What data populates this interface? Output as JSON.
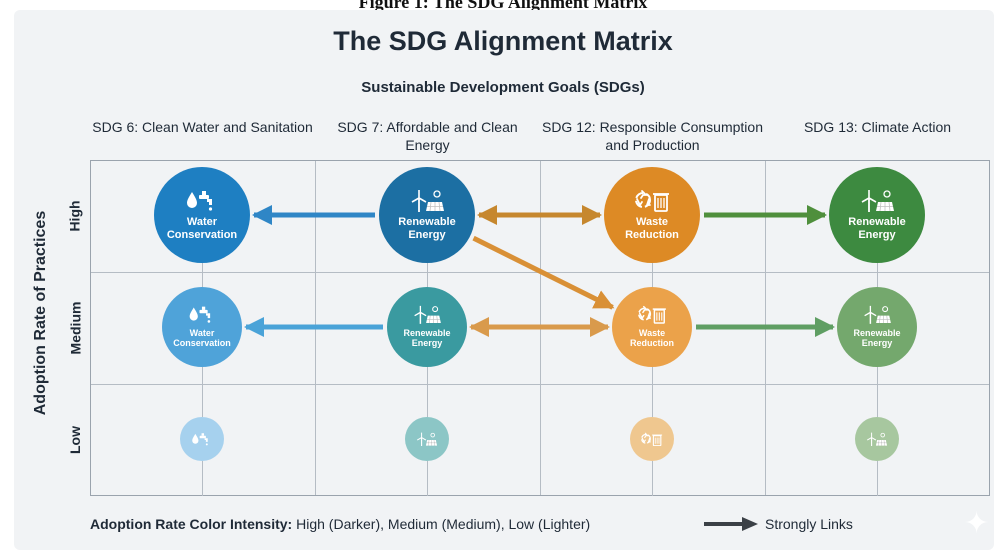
{
  "figure_caption": "Figure 1: The SDG Alignment Matrix",
  "title": "The SDG Alignment Matrix",
  "subtitle": "Sustainable Development Goals (SDGs)",
  "y_axis_label": "Adoption Rate of Practices",
  "columns": [
    {
      "label": "SDG 6: Clean Water and Sanitation"
    },
    {
      "label": "SDG 7: Affordable and Clean Energy"
    },
    {
      "label": "SDG 12: Responsible Consumption and Production"
    },
    {
      "label": "SDG 13: Climate Action"
    }
  ],
  "rows": [
    {
      "label": "High"
    },
    {
      "label": "Medium"
    },
    {
      "label": "Low"
    }
  ],
  "node_labels": {
    "water": "Water Conservation",
    "energy": "Renewable Energy",
    "waste": "Waste Reduction"
  },
  "nodes": [
    {
      "col": 0,
      "row": 0,
      "icon": "water-tap-icon",
      "label": "Water Conservation",
      "color": "#1e7fc2"
    },
    {
      "col": 1,
      "row": 0,
      "icon": "wind-solar-icon",
      "label": "Renewable Energy",
      "color": "#1c6fa3"
    },
    {
      "col": 2,
      "row": 0,
      "icon": "recycle-bin-icon",
      "label": "Waste Reduction",
      "color": "#dd8a25"
    },
    {
      "col": 3,
      "row": 0,
      "icon": "wind-solar-icon",
      "label": "Renewable Energy",
      "color": "#3d8a40"
    },
    {
      "col": 0,
      "row": 1,
      "icon": "water-tap-icon",
      "label": "Water Conservation",
      "color": "#4fa3d9"
    },
    {
      "col": 1,
      "row": 1,
      "icon": "wind-solar-icon",
      "label": "Renewable Energy",
      "color": "#3a9aa0"
    },
    {
      "col": 2,
      "row": 1,
      "icon": "recycle-bin-icon",
      "label": "Waste Reduction",
      "color": "#eba24a"
    },
    {
      "col": 3,
      "row": 1,
      "icon": "wind-solar-icon",
      "label": "Renewable Energy",
      "color": "#74a86d"
    },
    {
      "col": 0,
      "row": 2,
      "icon": "water-tap-icon",
      "label": "",
      "color": "#a6d1ee"
    },
    {
      "col": 1,
      "row": 2,
      "icon": "wind-solar-icon",
      "label": "",
      "color": "#8cc6c6"
    },
    {
      "col": 2,
      "row": 2,
      "icon": "recycle-bin-icon",
      "label": "",
      "color": "#efc78f"
    },
    {
      "col": 3,
      "row": 2,
      "icon": "wind-solar-icon",
      "label": "",
      "color": "#a7c79f"
    }
  ],
  "links": [
    {
      "from": [
        1,
        0
      ],
      "to": [
        0,
        0
      ],
      "color": "#2f86c6"
    },
    {
      "from": [
        1,
        0
      ],
      "to": [
        2,
        0
      ],
      "color": "#c6872e",
      "both": true
    },
    {
      "from": [
        2,
        0
      ],
      "to": [
        3,
        0
      ],
      "color": "#4f8f3c"
    },
    {
      "from": [
        1,
        0
      ],
      "to": [
        2,
        1
      ],
      "color": "#d99036"
    },
    {
      "from": [
        1,
        1
      ],
      "to": [
        0,
        1
      ],
      "color": "#4aa3d8"
    },
    {
      "from": [
        1,
        1
      ],
      "to": [
        2,
        1
      ],
      "color": "#d99a4c",
      "both": true
    },
    {
      "from": [
        2,
        1
      ],
      "to": [
        3,
        1
      ],
      "color": "#5f9e63"
    }
  ],
  "legend": {
    "bold_label": "Adoption Rate Color Intensity:",
    "text": " High (Darker), Medium (Medium), Low (Lighter)",
    "arrow_label": "Strongly Links",
    "arrow_color": "#3b4046"
  }
}
